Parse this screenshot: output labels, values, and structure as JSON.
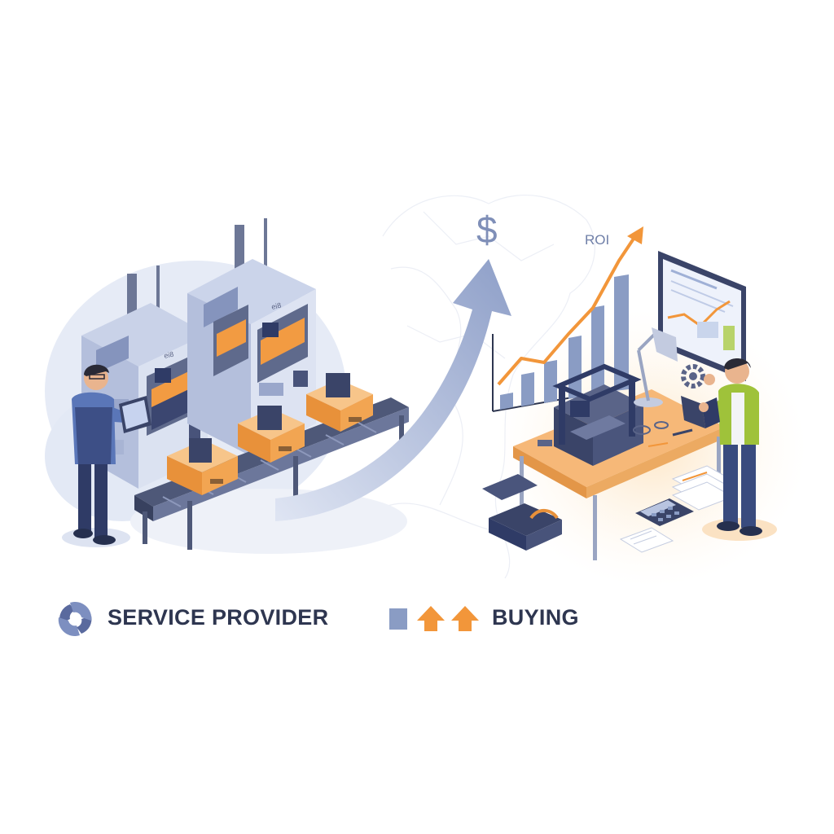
{
  "labels": {
    "service_provider": "SERVICE PROVIDER",
    "buying": "BUYING"
  },
  "chart_annotations": {
    "currency_symbol": "$",
    "roi": "ROI"
  },
  "machine_labels": {
    "left_machine": "ei8",
    "right_machine": "ei8"
  },
  "icons": {
    "brand_logo": "chain-link-logo-icon",
    "legend_square": "square-icon",
    "legend_arrows": "arrow-up-icon"
  },
  "colors": {
    "navy": "#2f3b66",
    "steel": "#8a9cc4",
    "light_steel": "#d7def0",
    "orange": "#f2963a",
    "light_orange": "#f7c58a",
    "lime": "#9fc23a",
    "text": "#2e3650"
  }
}
